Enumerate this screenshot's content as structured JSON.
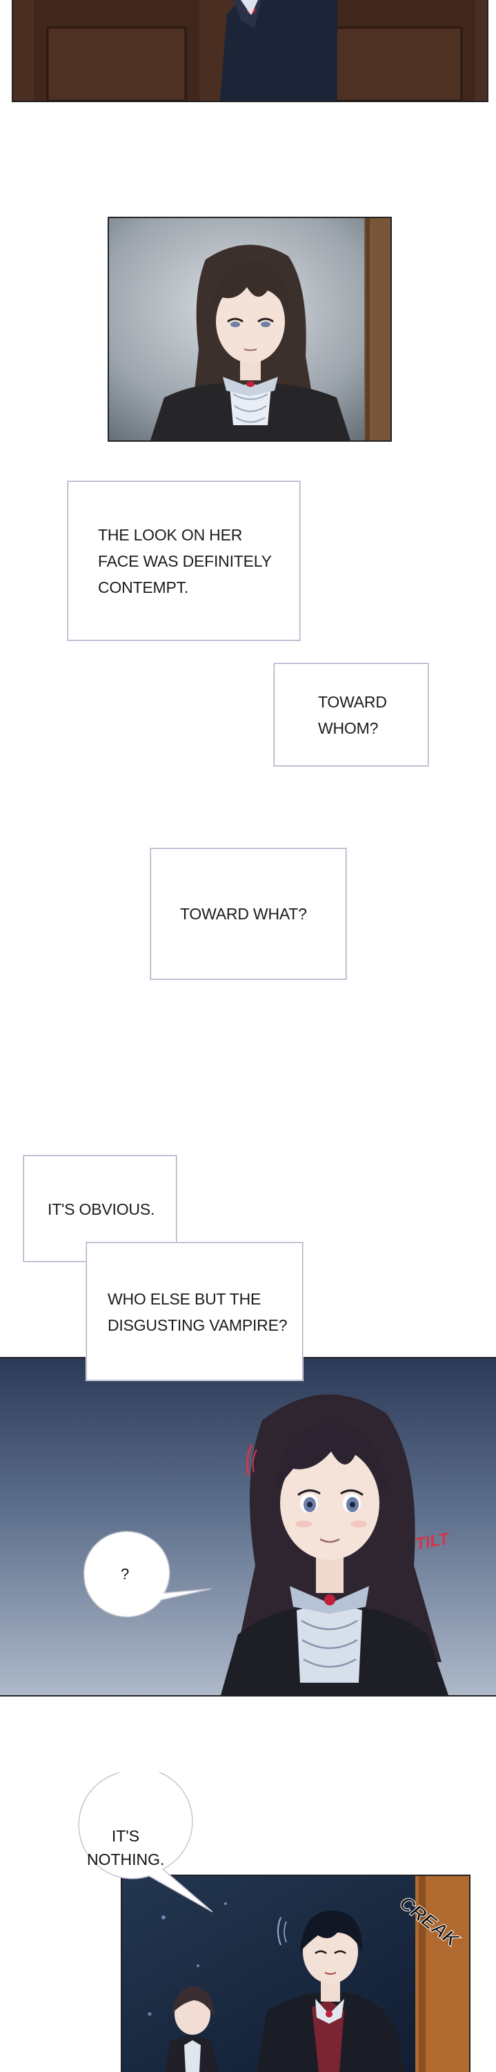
{
  "captions": {
    "contempt": "THE LOOK ON HER\nFACE WAS DEFINITELY\nCONTEMPT.",
    "toward_whom": "TOWARD\nWHOM?",
    "toward_what": "TOWARD WHAT?",
    "obvious": "IT'S OBVIOUS.",
    "vampire": "WHO ELSE BUT THE\nDISGUSTING VAMPIRE?"
  },
  "bubbles": {
    "question": "?",
    "nothing": "IT'S\nNOTHING."
  },
  "sfx": {
    "tilt": "TILT",
    "creak": "CREAK"
  }
}
